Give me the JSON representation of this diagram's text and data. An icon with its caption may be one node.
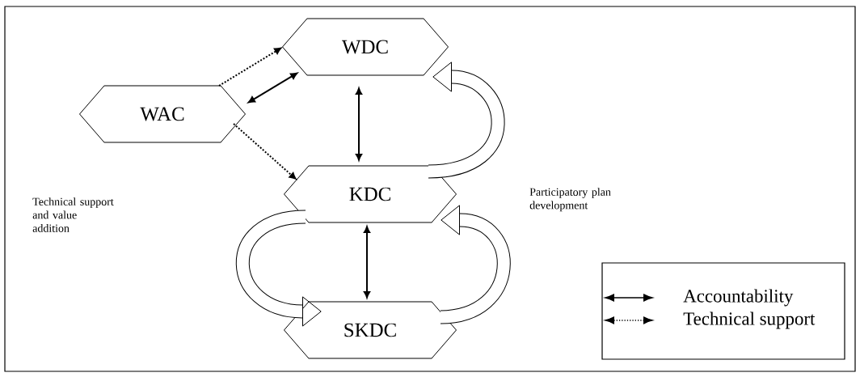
{
  "diagram": {
    "nodes": [
      {
        "text": [
          "WAC"
        ]
      },
      {
        "text": [
          "WDC"
        ]
      },
      {
        "text": [
          "KDC"
        ]
      },
      {
        "text": [
          "SKDC"
        ]
      }
    ],
    "edges": [
      {
        "from": 0,
        "to": 1,
        "arrow": "to",
        "style": "dashed"
      },
      {
        "from": 0,
        "to": 1,
        "arrow": "both"
      },
      {
        "from": 1,
        "to": 2,
        "arrow": "both"
      },
      {
        "from": 0,
        "to": 2,
        "arrow": "to",
        "style": "dashed"
      },
      {
        "from": 2,
        "to": 3,
        "arrow": "both"
      },
      {
        "from": 2,
        "to": 1,
        "arrow": "to",
        "style": "thick"
      },
      {
        "from": 2,
        "to": 3,
        "arrow": "to",
        "style": "thick"
      },
      {
        "from": 3,
        "to": 2,
        "arrow": "to",
        "style": "thick"
      }
    ],
    "labels": [
      "Participatory plan development",
      "Technical support and value addition"
    ],
    "legend": [
      {
        "text": "Accountability"
      },
      {
        "text": "Technical support"
      }
    ]
  }
}
